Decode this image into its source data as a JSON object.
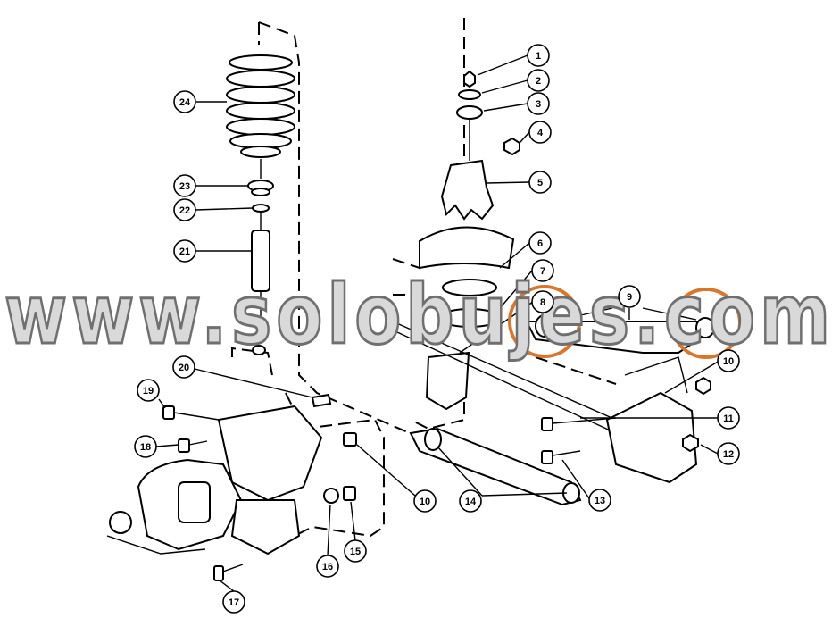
{
  "watermark": {
    "text": "www.solobujes.com"
  },
  "colors": {
    "highlight": "#d9762c",
    "line": "#000000",
    "watermark_fill": "#d9d9d9",
    "watermark_stroke": "#6f6f6f"
  },
  "callouts": [
    {
      "id": "c1",
      "label": "1"
    },
    {
      "id": "c2",
      "label": "2"
    },
    {
      "id": "c3",
      "label": "3"
    },
    {
      "id": "c4",
      "label": "4"
    },
    {
      "id": "c5",
      "label": "5"
    },
    {
      "id": "c6",
      "label": "6"
    },
    {
      "id": "c7",
      "label": "7"
    },
    {
      "id": "c8",
      "label": "8"
    },
    {
      "id": "c9",
      "label": "9"
    },
    {
      "id": "c10a",
      "label": "10"
    },
    {
      "id": "c10b",
      "label": "10"
    },
    {
      "id": "c11",
      "label": "11"
    },
    {
      "id": "c12",
      "label": "12"
    },
    {
      "id": "c13",
      "label": "13"
    },
    {
      "id": "c14",
      "label": "14"
    },
    {
      "id": "c15",
      "label": "15"
    },
    {
      "id": "c16",
      "label": "16"
    },
    {
      "id": "c17",
      "label": "17"
    },
    {
      "id": "c18",
      "label": "18"
    },
    {
      "id": "c19",
      "label": "19"
    },
    {
      "id": "c20",
      "label": "20"
    },
    {
      "id": "c21",
      "label": "21"
    },
    {
      "id": "c22",
      "label": "22"
    },
    {
      "id": "c23",
      "label": "23"
    },
    {
      "id": "c24",
      "label": "24"
    }
  ]
}
